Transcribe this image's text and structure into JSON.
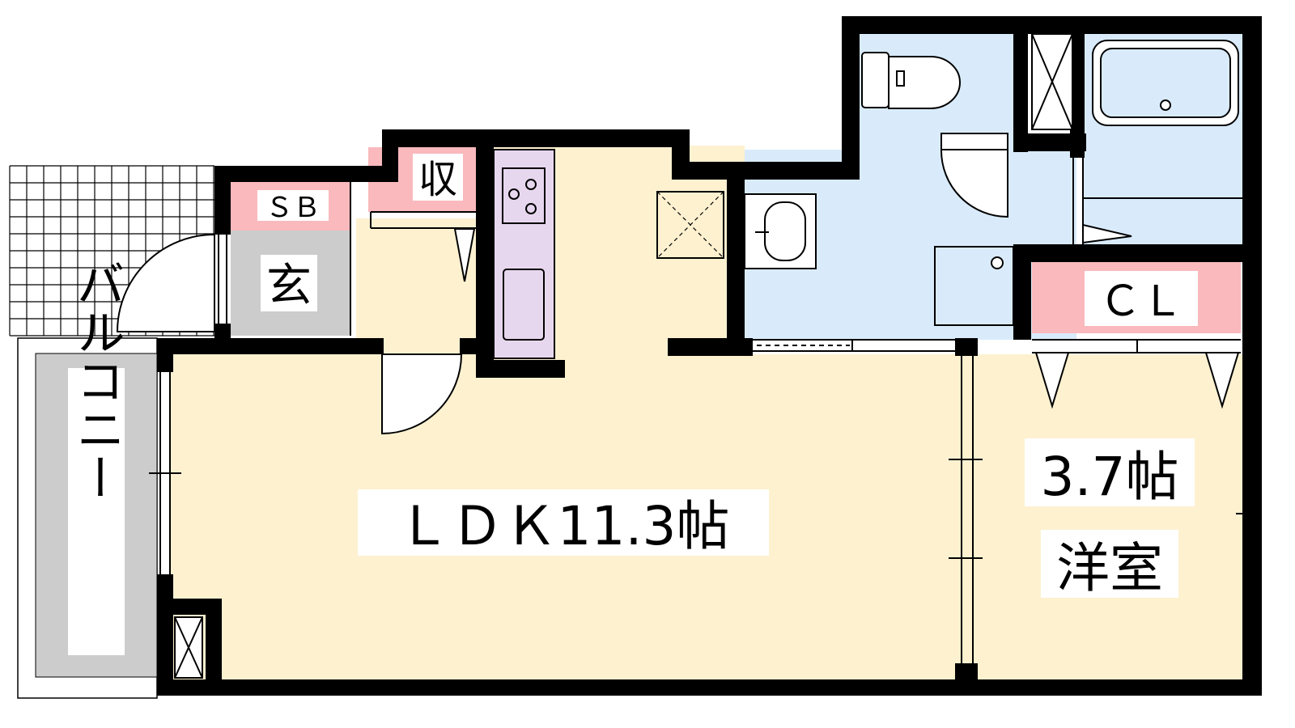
{
  "rooms": {
    "ldk": "ＬＤＫ11.3帖",
    "western_size": "3.7帖",
    "western_name": "洋室",
    "closet": "ＣＬ",
    "storage": "収",
    "shoe_box": "ＳＢ",
    "entrance": "玄",
    "balcony": "バルコニー"
  },
  "colors": {
    "living": "#fdf1d0",
    "wet_area": "#d9ebfb",
    "storage": "#f9b9bd",
    "entrance": "#cccccc",
    "balcony": "#cccccc",
    "kitchen": "#e7d7ee",
    "wall": "#000000"
  }
}
